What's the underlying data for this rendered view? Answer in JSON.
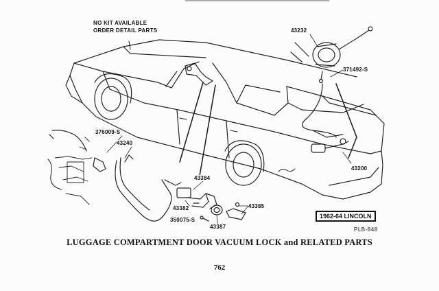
{
  "notes": {
    "line1": "NO KIT AVAILABLE",
    "line2": "ORDER DETAIL PARTS"
  },
  "parts": {
    "p43232": "43232",
    "p371492": "371492-S",
    "p376009": "376009-S",
    "p43240": "43240",
    "p43200": "43200",
    "p43384": "43384",
    "p43382": "43382",
    "p43385": "43385",
    "p350075": "350075-S",
    "p43387": "43387"
  },
  "badge": "1962-64 LINCOLN",
  "ref": "PLB-848",
  "caption": "LUGGAGE COMPARTMENT DOOR VACUUM LOCK and RELATED PARTS",
  "page_number": "762"
}
